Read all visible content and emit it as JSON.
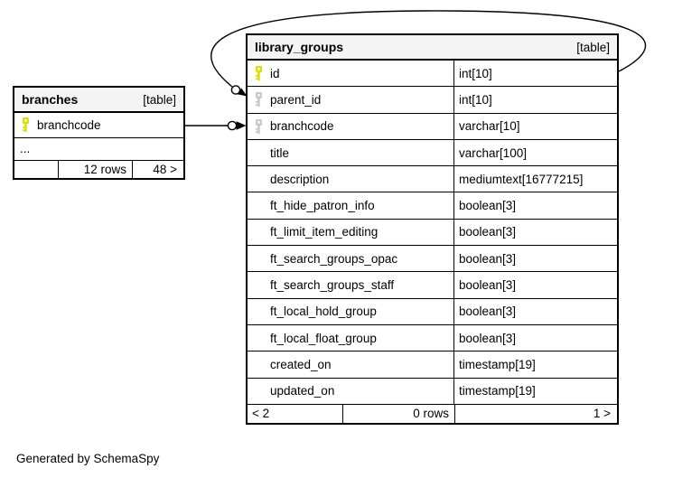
{
  "credit": "Generated by SchemaSpy",
  "colors": {
    "primary_key": "#dede00",
    "secondary_key": "#c9c9c9",
    "header_bg": "#f4f4f4",
    "border": "#000000",
    "row_bg": "#ffffff"
  },
  "tables": [
    {
      "name": "branches",
      "badge": "[table]",
      "show_types": false,
      "columns": [
        {
          "name": "branchcode",
          "type": "",
          "key": "primary",
          "ellipsis": false
        },
        {
          "name": "...",
          "type": "",
          "key": "none",
          "ellipsis": true
        }
      ],
      "footer": {
        "left": "",
        "center": "12 rows",
        "right": "48 >"
      }
    },
    {
      "name": "library_groups",
      "badge": "[table]",
      "show_types": true,
      "columns": [
        {
          "name": "id",
          "type": "int[10]",
          "key": "primary",
          "ellipsis": false
        },
        {
          "name": "parent_id",
          "type": "int[10]",
          "key": "secondary",
          "ellipsis": false
        },
        {
          "name": "branchcode",
          "type": "varchar[10]",
          "key": "secondary",
          "ellipsis": false
        },
        {
          "name": "title",
          "type": "varchar[100]",
          "key": "none",
          "ellipsis": false
        },
        {
          "name": "description",
          "type": "mediumtext[16777215]",
          "key": "none",
          "ellipsis": false
        },
        {
          "name": "ft_hide_patron_info",
          "type": "boolean[3]",
          "key": "none",
          "ellipsis": false
        },
        {
          "name": "ft_limit_item_editing",
          "type": "boolean[3]",
          "key": "none",
          "ellipsis": false
        },
        {
          "name": "ft_search_groups_opac",
          "type": "boolean[3]",
          "key": "none",
          "ellipsis": false
        },
        {
          "name": "ft_search_groups_staff",
          "type": "boolean[3]",
          "key": "none",
          "ellipsis": false
        },
        {
          "name": "ft_local_hold_group",
          "type": "boolean[3]",
          "key": "none",
          "ellipsis": false
        },
        {
          "name": "ft_local_float_group",
          "type": "boolean[3]",
          "key": "none",
          "ellipsis": false
        },
        {
          "name": "created_on",
          "type": "timestamp[19]",
          "key": "none",
          "ellipsis": false
        },
        {
          "name": "updated_on",
          "type": "timestamp[19]",
          "key": "none",
          "ellipsis": false
        }
      ],
      "footer": {
        "left": "< 2",
        "center": "0 rows",
        "right": "1 >"
      }
    }
  ],
  "relationships": [
    {
      "from": "branches.branchcode",
      "to": "library_groups.branchcode"
    },
    {
      "from": "library_groups.id",
      "to": "library_groups.parent_id"
    }
  ]
}
